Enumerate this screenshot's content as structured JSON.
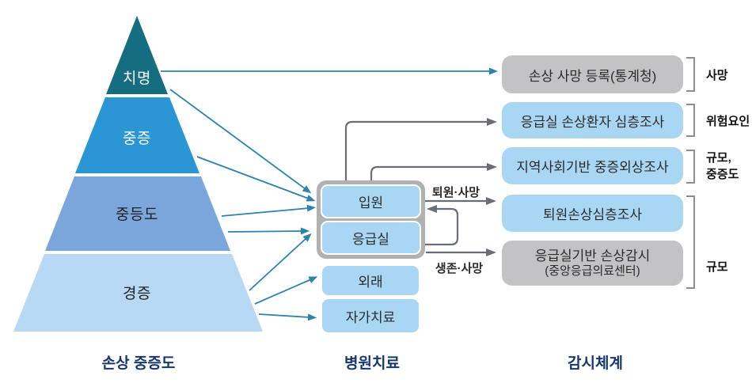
{
  "pyramid": {
    "caption": "손상 중증도",
    "levels": [
      {
        "label": "치명",
        "fill": "#156d82"
      },
      {
        "label": "중증",
        "fill": "#2a96d4"
      },
      {
        "label": "중등도",
        "fill": "#7ba6dc"
      },
      {
        "label": "경증",
        "fill": "#b8d9f3"
      }
    ]
  },
  "hospital": {
    "caption": "병원치료",
    "admission_group": {
      "boxes": [
        {
          "label": "입원"
        },
        {
          "label": "응급실"
        }
      ]
    },
    "outpatient": {
      "label": "외래"
    },
    "self_care": {
      "label": "자가치료"
    }
  },
  "surveillance": {
    "caption": "감시체계",
    "boxes": [
      {
        "label": "손상 사망 등록(통계청)",
        "style": "gray"
      },
      {
        "label": "응급실 손상환자 심층조사",
        "style": "blue"
      },
      {
        "label": "지역사회기반 중증외상조사",
        "style": "blue"
      },
      {
        "label": "퇴원손상심층조사",
        "style": "blue"
      },
      {
        "label": "응급실기반 손상감시",
        "sublabel": "(중앙응급의료센터)",
        "style": "gray"
      }
    ],
    "brackets": [
      {
        "label": "사망"
      },
      {
        "label": "위험요인"
      },
      {
        "label": "규모,",
        "label2": "중증도"
      },
      {
        "label": "규모"
      }
    ]
  },
  "flow_labels": {
    "discharge_death": "퇴원·사망",
    "survival_death": "생존·사망"
  },
  "colors": {
    "pyramid_fatal": "#156d82",
    "pyramid_severe": "#2a96d4",
    "pyramid_moderate": "#7ba6dc",
    "pyramid_mild": "#b8d9f3",
    "box_blue": "#a9d7f3",
    "box_gray": "#c3c3c5",
    "group_gray": "#b1b1b1",
    "arrow_teal": "#2e82ab",
    "arrow_gray": "#696e74",
    "caption_navy": "#17386e"
  }
}
